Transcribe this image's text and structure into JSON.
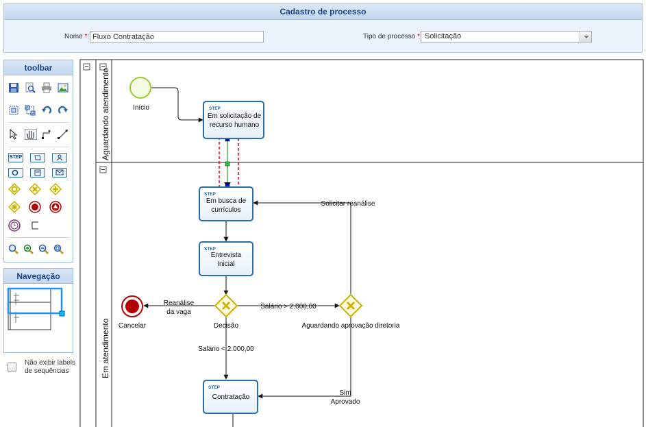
{
  "form": {
    "title": "Cadastro de processo",
    "name_label": "Nome",
    "name_value": "Fluxo Contratação",
    "type_label": "Tipo de processo",
    "type_value": "Solicitação",
    "required_mark": "*",
    "colon": ":"
  },
  "toolbar": {
    "title": "toolbar",
    "step_label": "STEP"
  },
  "navigation": {
    "title": "Navegação"
  },
  "options": {
    "hide_labels_line1": "Não exibir labels",
    "hide_labels_line2": "de sequências",
    "hide_labels_checked": false
  },
  "diagram": {
    "lanes": [
      "Aguardando atendimento",
      "Em atendimento"
    ],
    "start_label": "Início",
    "task_tag": "STEP",
    "tasks": {
      "solicitacao": [
        "Em solicitação de",
        "recurso humano"
      ],
      "busca": [
        "Em busca de",
        "currículos"
      ],
      "entrevista": [
        "Entrevista",
        "Inicial"
      ],
      "contratacao": [
        "Contratação"
      ]
    },
    "gateways": {
      "decisao": "Decisão",
      "aprovacao": "Aguardando aprovação diretoria"
    },
    "end_label": "Cancelar",
    "flows": {
      "reanalise": [
        "Reanálise",
        "da vaga"
      ],
      "salario_maior": "Salário > 2.000,00",
      "salario_menor": "Salário < 2.000,00",
      "solicitar_reanalise": "Solicitar reanálise",
      "aprovado": [
        "Sim",
        "Aprovado"
      ]
    },
    "colors": {
      "task_border": "#2a6da8",
      "start": "#9acd32",
      "gateway": "#c8b400",
      "end": "#b30000",
      "selection": "#e00000",
      "edge_selected": "#008000"
    }
  }
}
